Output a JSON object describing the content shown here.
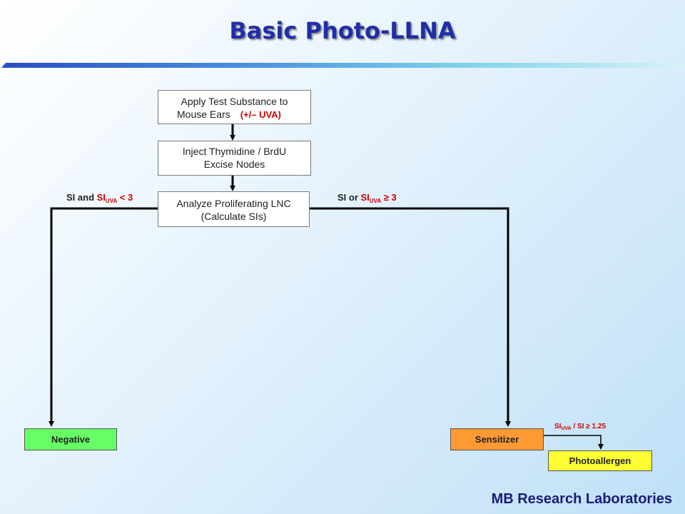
{
  "title": "Basic Photo-LLNA",
  "steps": {
    "apply": {
      "line1": "Apply Test Substance to",
      "line2": "Mouse Ears",
      "uva": "(+/– UVA)"
    },
    "inject": {
      "line1": "Inject Thymidine / BrdU",
      "line2": "Excise Nodes"
    },
    "analyze": {
      "line1": "Analyze Proliferating LNC",
      "line2": "(Calculate SIs)"
    }
  },
  "conditions": {
    "negative": {
      "pre": "SI and ",
      "si": "SI",
      "sub": "UVA",
      "post": " < 3"
    },
    "sensitizer": {
      "pre": "SI or ",
      "si": "SI",
      "sub": "UVA",
      "post": " ≥ 3"
    },
    "photoallergen": {
      "si": "SI",
      "sub": "UVA",
      "post": " / SI ≥ 1.25"
    }
  },
  "outcomes": {
    "negative": "Negative",
    "sensitizer": "Sensitizer",
    "photoallergen": "Photoallergen"
  },
  "colors": {
    "negative": "#66ff66",
    "sensitizer": "#ff9933",
    "photoallergen": "#ffff33",
    "accent_red": "#cc0000",
    "title_blue": "#1f2fa8"
  },
  "footer": "MB Research Laboratories"
}
